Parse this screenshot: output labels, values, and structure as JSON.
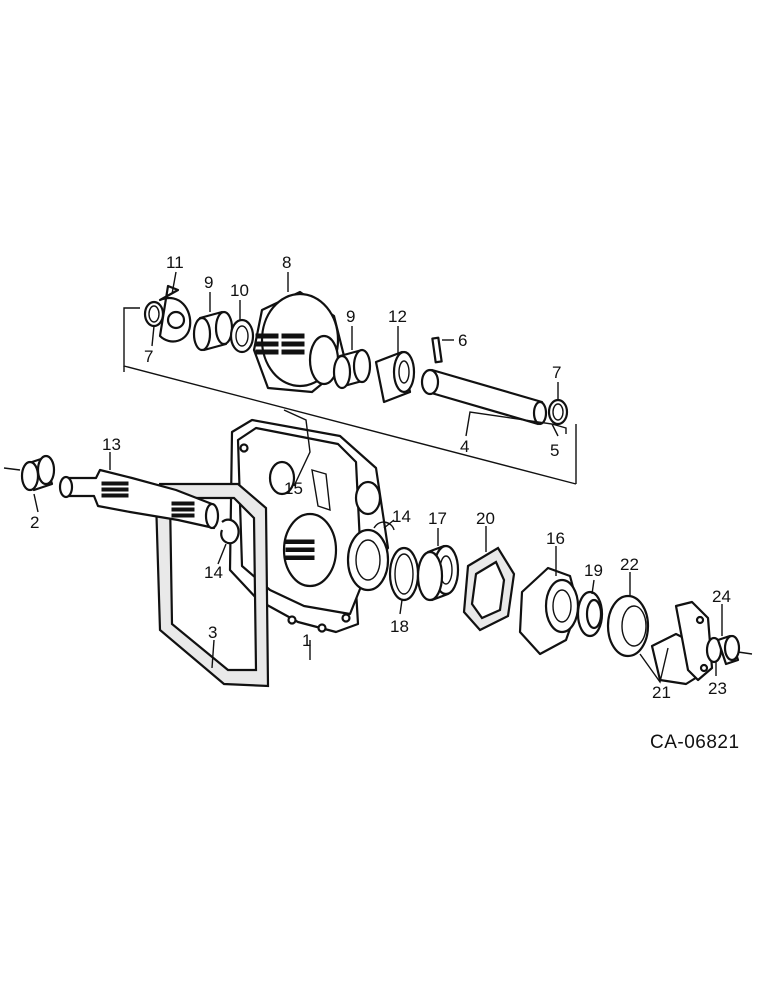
{
  "figure_code": "CA-06821",
  "callouts": {
    "c1": "1",
    "c2": "2",
    "c3": "3",
    "c4": "4",
    "c5": "5",
    "c6": "6",
    "c7a": "7",
    "c7b": "7",
    "c8": "8",
    "c9a": "9",
    "c9b": "9",
    "c10": "10",
    "c11": "11",
    "c12": "12",
    "c13": "13",
    "c14a": "14",
    "c14b": "14",
    "c15": "15",
    "c16": "16",
    "c17": "17",
    "c18": "18",
    "c19": "19",
    "c20": "20",
    "c21": "21",
    "c22": "22",
    "c23": "23",
    "c24": "24"
  }
}
